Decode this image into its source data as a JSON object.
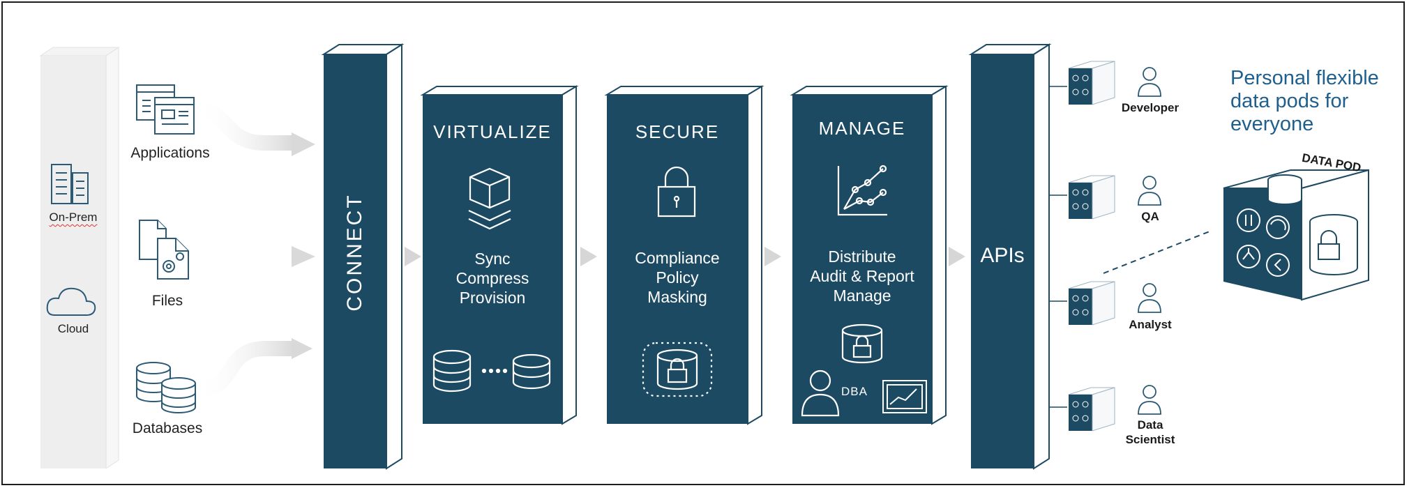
{
  "sources": {
    "applications": "Applications",
    "files": "Files",
    "databases": "Databases"
  },
  "locations": {
    "on_prem": "On-Prem",
    "cloud": "Cloud"
  },
  "stages": {
    "connect": "CONNECT",
    "virtualize": {
      "title": "VIRTUALIZE",
      "lines": [
        "Sync",
        "Compress",
        "Provision"
      ]
    },
    "secure": {
      "title": "SECURE",
      "lines": [
        "Compliance",
        "Policy",
        "Masking"
      ]
    },
    "manage": {
      "title": "MANAGE",
      "lines": [
        "Distribute",
        "Audit & Report",
        "Manage"
      ],
      "dba_label": "DBA"
    },
    "apis": "APIs"
  },
  "roles": {
    "developer": "Developer",
    "qa": "QA",
    "analyst": "Analyst",
    "data_scientist": "Data Scientist"
  },
  "tagline": "Personal flexible data pods for everyone",
  "data_pod_label": "DATA POD",
  "colors": {
    "panel": "#1d4a63",
    "panel_side": "#ffffff",
    "outline": "#1d4a63",
    "arrow": "#d6d6d6",
    "location_bar": "#eeeeee",
    "tagline": "#1f5f8e"
  }
}
